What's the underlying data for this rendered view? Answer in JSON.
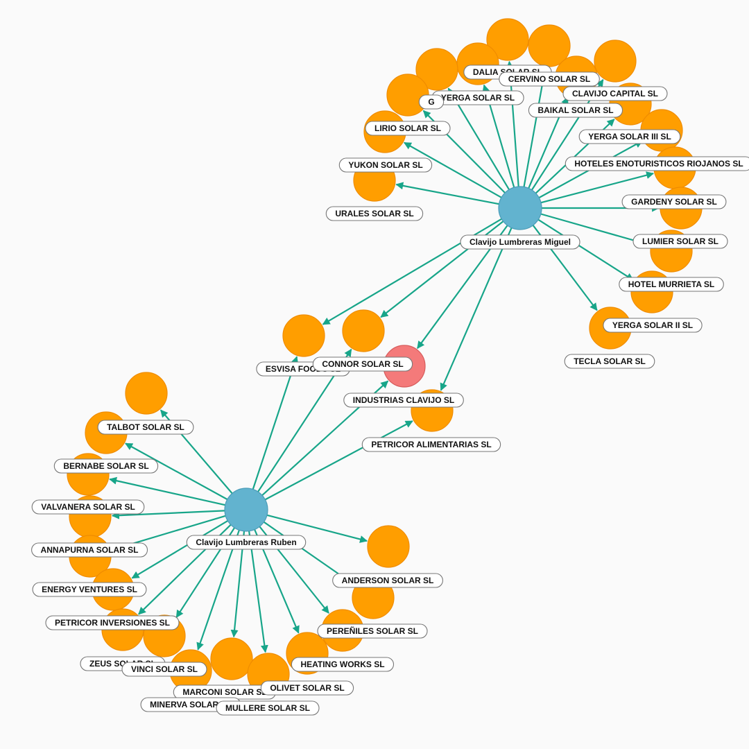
{
  "colors": {
    "edge": "#17a589",
    "hub": "#62b3cf",
    "hub_stroke": "#4a9cb8",
    "company": "#ff9e00",
    "company_stroke": "#f08c00",
    "highlight": "#f47a7a",
    "highlight_stroke": "#d65c5c",
    "label_bg": "#ffffff",
    "label_border": "#777777"
  },
  "hubs": [
    {
      "id": "miguel",
      "label": "Clavijo Lumbreras Miguel"
    },
    {
      "id": "ruben",
      "label": "Clavijo Lumbreras Ruben"
    }
  ],
  "companies": [
    {
      "id": "dalia",
      "label": "DALIA SOLAR SL"
    },
    {
      "id": "cervino",
      "label": "CERVINO SOLAR SL"
    },
    {
      "id": "clavijo_capital",
      "label": "CLAVIJO CAPITAL SL"
    },
    {
      "id": "yerga",
      "label": "YERGA SOLAR SL"
    },
    {
      "id": "yerga_g",
      "label": "G"
    },
    {
      "id": "baikal",
      "label": "BAIKAL SOLAR SL"
    },
    {
      "id": "lirio",
      "label": "LIRIO SOLAR SL"
    },
    {
      "id": "yerga3",
      "label": "YERGA SOLAR III SL"
    },
    {
      "id": "yukon",
      "label": "YUKON SOLAR SL"
    },
    {
      "id": "hoteles",
      "label": "HOTELES ENOTURISTICOS RIOJANOS SL"
    },
    {
      "id": "urales",
      "label": "URALES SOLAR SL"
    },
    {
      "id": "gardeny",
      "label": "GARDENY SOLAR SL"
    },
    {
      "id": "lumier",
      "label": "LUMIER SOLAR SL"
    },
    {
      "id": "hotel_murrieta",
      "label": "HOTEL MURRIETA SL"
    },
    {
      "id": "yerga2",
      "label": "YERGA SOLAR II SL"
    },
    {
      "id": "tecla",
      "label": "TECLA SOLAR SL"
    },
    {
      "id": "esvisa",
      "label": "ESVISA FOODS SL"
    },
    {
      "id": "connor",
      "label": "CONNOR SOLAR SL"
    },
    {
      "id": "industrias",
      "label": "INDUSTRIAS CLAVIJO SL"
    },
    {
      "id": "petricor_alim",
      "label": "PETRICOR ALIMENTARIAS SL"
    },
    {
      "id": "talbot",
      "label": "TALBOT SOLAR SL"
    },
    {
      "id": "bernabe",
      "label": "BERNABE SOLAR SL"
    },
    {
      "id": "valvanera",
      "label": "VALVANERA SOLAR SL"
    },
    {
      "id": "annapurna",
      "label": "ANNAPURNA SOLAR SL"
    },
    {
      "id": "anderson",
      "label": "ANDERSON SOLAR SL"
    },
    {
      "id": "energy",
      "label": "ENERGY VENTURES SL"
    },
    {
      "id": "petricor_inv",
      "label": "PETRICOR INVERSIONES SL"
    },
    {
      "id": "perenles",
      "label": "PEREÑILES SOLAR SL"
    },
    {
      "id": "zeus",
      "label": "ZEUS SOLAR SL"
    },
    {
      "id": "vinci",
      "label": "VINCI SOLAR SL"
    },
    {
      "id": "heating",
      "label": "HEATING WORKS SL"
    },
    {
      "id": "marconi",
      "label": "MARCONI SOLAR SL"
    },
    {
      "id": "olivet",
      "label": "OLIVET SOLAR SL"
    },
    {
      "id": "minerva",
      "label": "MINERVA SOLAR SL"
    },
    {
      "id": "mullere",
      "label": "MULLERE SOLAR SL"
    }
  ],
  "highlighted": [
    "industrias"
  ],
  "edges": [
    [
      "miguel",
      "dalia"
    ],
    [
      "miguel",
      "cervino"
    ],
    [
      "miguel",
      "clavijo_capital"
    ],
    [
      "miguel",
      "yerga"
    ],
    [
      "miguel",
      "baikal"
    ],
    [
      "miguel",
      "lirio"
    ],
    [
      "miguel",
      "yerga3"
    ],
    [
      "miguel",
      "yukon"
    ],
    [
      "miguel",
      "hoteles"
    ],
    [
      "miguel",
      "urales"
    ],
    [
      "miguel",
      "gardeny"
    ],
    [
      "miguel",
      "lumier"
    ],
    [
      "miguel",
      "hotel_murrieta"
    ],
    [
      "miguel",
      "yerga2"
    ],
    [
      "miguel",
      "tecla"
    ],
    [
      "miguel",
      "esvisa"
    ],
    [
      "miguel",
      "connor"
    ],
    [
      "miguel",
      "industrias"
    ],
    [
      "miguel",
      "petricor_alim"
    ],
    [
      "miguel",
      "yerga_g"
    ],
    [
      "ruben",
      "talbot"
    ],
    [
      "ruben",
      "bernabe"
    ],
    [
      "ruben",
      "valvanera"
    ],
    [
      "ruben",
      "annapurna"
    ],
    [
      "ruben",
      "anderson"
    ],
    [
      "ruben",
      "energy"
    ],
    [
      "ruben",
      "petricor_inv"
    ],
    [
      "ruben",
      "perenles"
    ],
    [
      "ruben",
      "zeus"
    ],
    [
      "ruben",
      "vinci"
    ],
    [
      "ruben",
      "heating"
    ],
    [
      "ruben",
      "marconi"
    ],
    [
      "ruben",
      "olivet"
    ],
    [
      "ruben",
      "minerva"
    ],
    [
      "ruben",
      "mullere"
    ],
    [
      "ruben",
      "esvisa"
    ],
    [
      "ruben",
      "connor"
    ],
    [
      "ruben",
      "industrias"
    ],
    [
      "ruben",
      "petricor_alim"
    ]
  ]
}
